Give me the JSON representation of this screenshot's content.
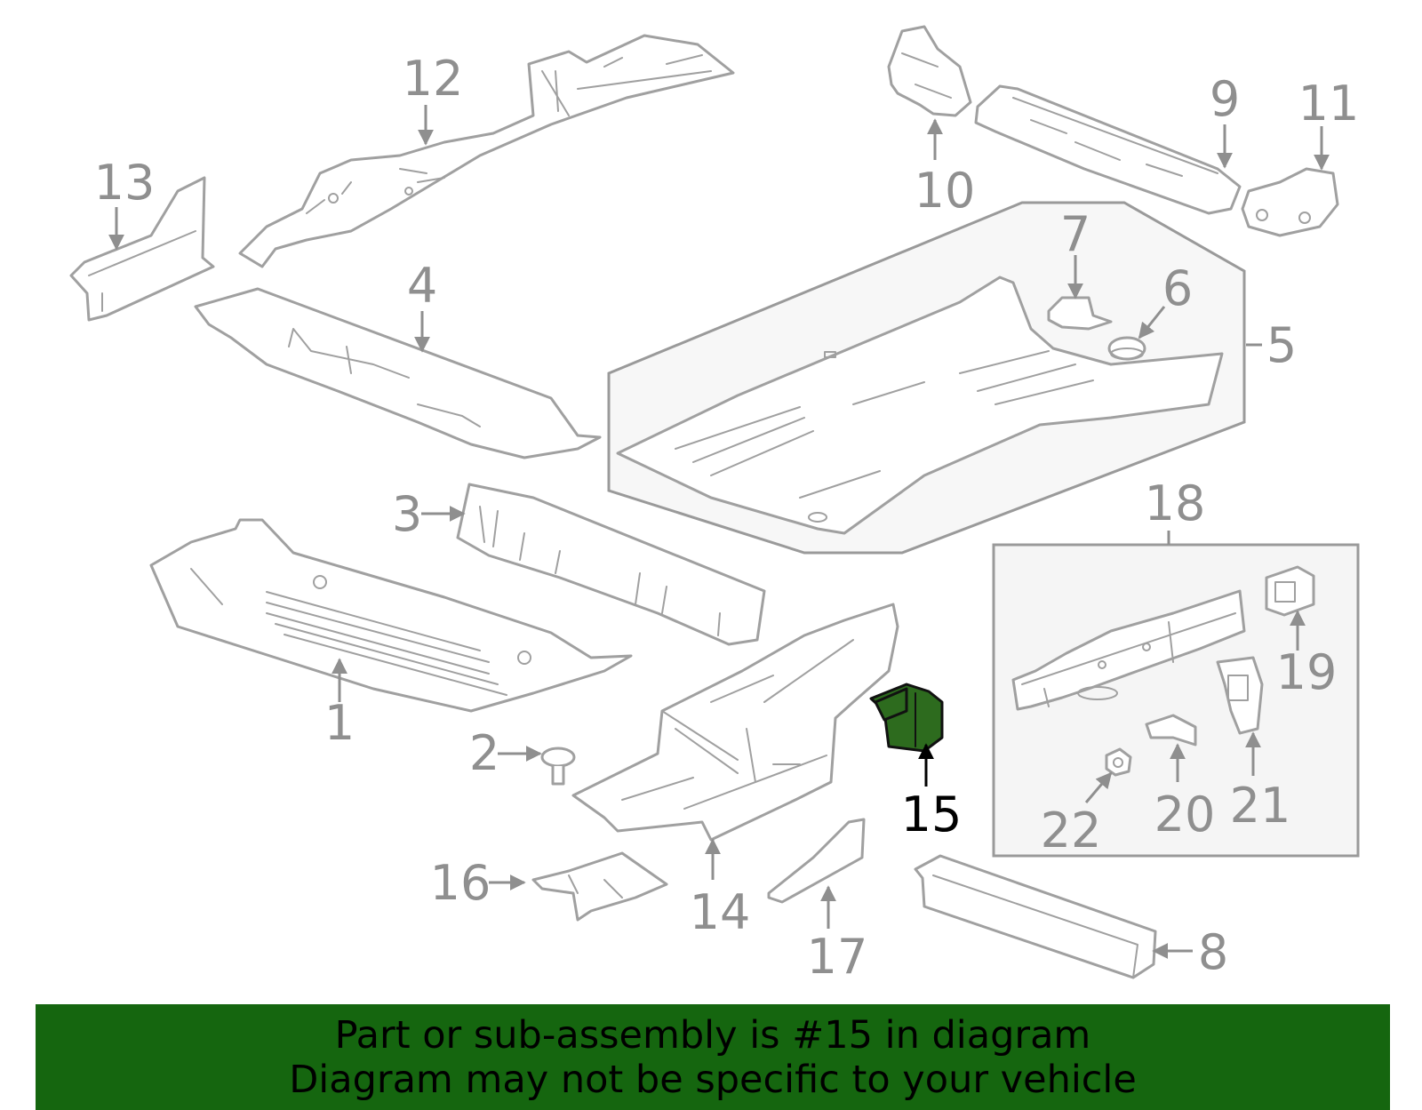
{
  "diagram": {
    "highlight_color": "#2d6b1e",
    "callout_color": "#8f8f8f",
    "callouts": {
      "c1": "1",
      "c2": "2",
      "c3": "3",
      "c4": "4",
      "c5": "5",
      "c6": "6",
      "c7": "7",
      "c8": "8",
      "c9": "9",
      "c10": "10",
      "c11": "11",
      "c12": "12",
      "c13": "13",
      "c14": "14",
      "c15": "15",
      "c16": "16",
      "c17": "17",
      "c18": "18",
      "c19": "19",
      "c20": "20",
      "c21": "21",
      "c22": "22"
    },
    "highlighted_part": "15"
  },
  "banner": {
    "background": "#15660f",
    "line1": "Part or sub-assembly is #15 in diagram",
    "line2": "Diagram may not be specific to your vehicle"
  }
}
